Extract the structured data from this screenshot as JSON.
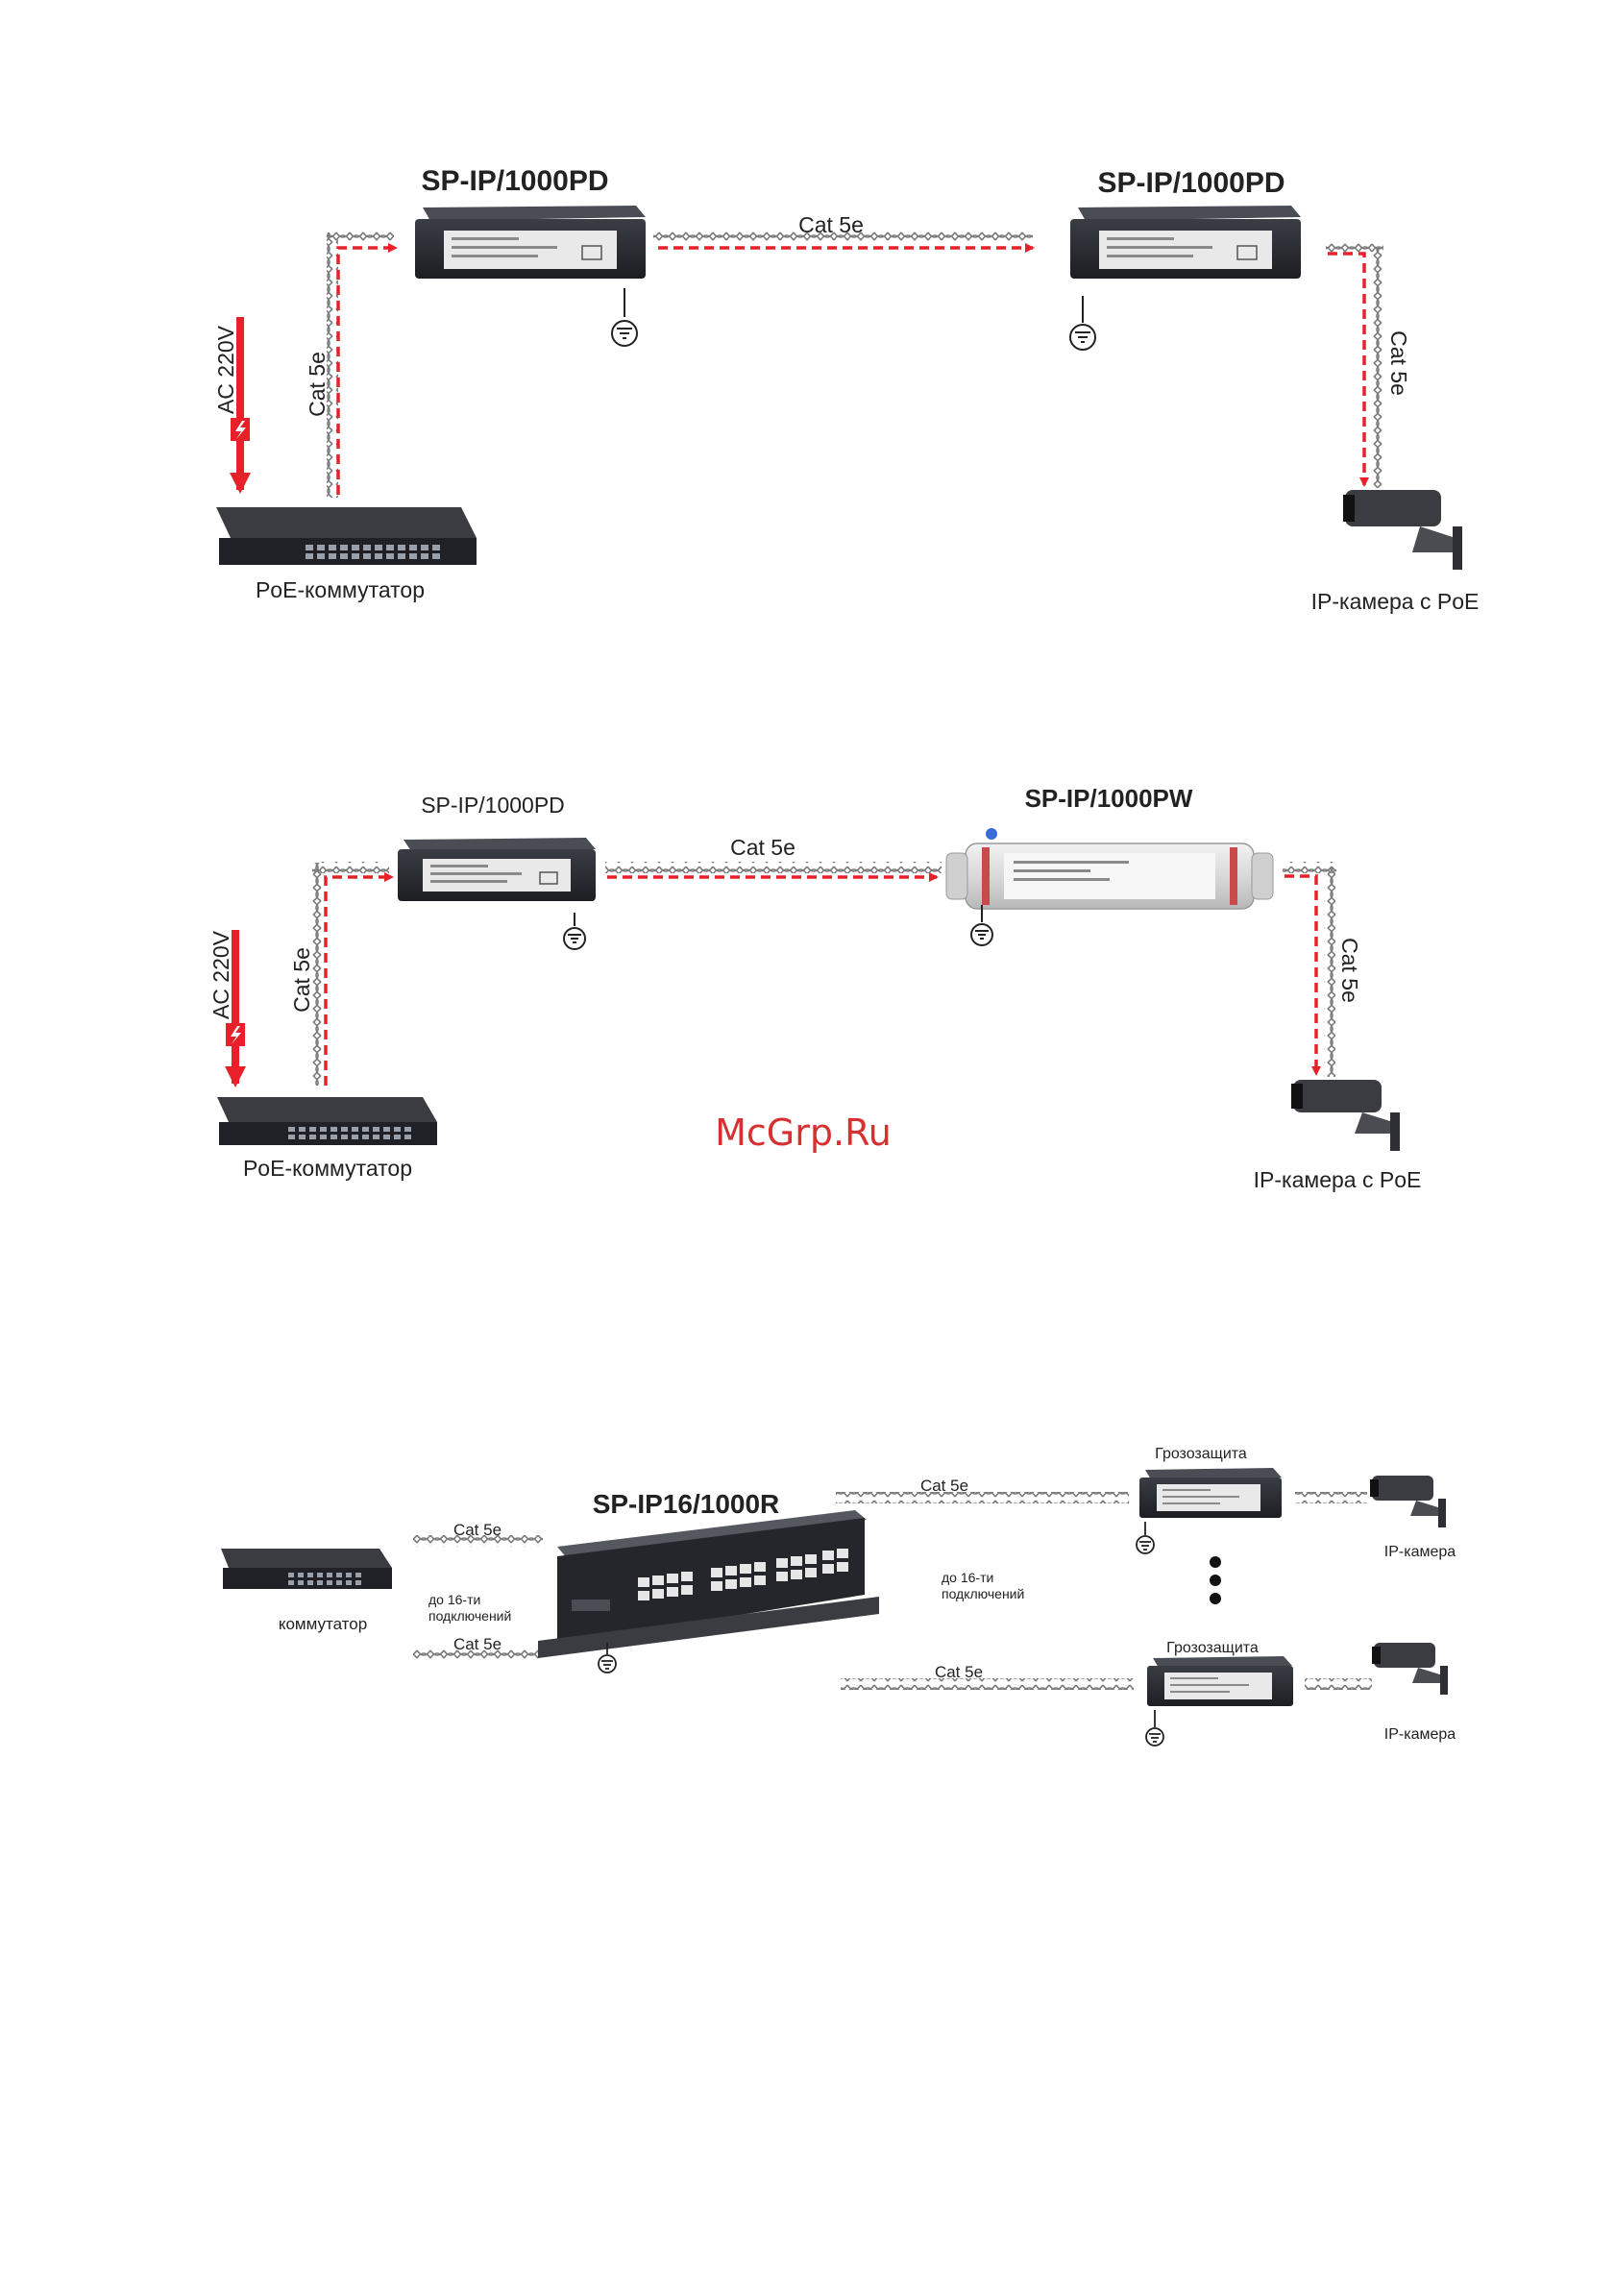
{
  "watermark": "McGrp.Ru",
  "colors": {
    "arrow": "#e8202a",
    "cable": "#7a7a7a",
    "device": "#2a2d33",
    "text": "#222222"
  },
  "diagram1": {
    "device_left_label": "SP-IP/1000PD",
    "device_right_label": "SP-IP/1000PD",
    "cable_horizontal_label": "Cat 5e",
    "cable_left_label": "Cat 5e",
    "cable_right_label": "Cat 5e",
    "power_label": "AC 220V",
    "switch_label": "PoE-коммутатор",
    "camera_label": "IP-камера с PoE"
  },
  "diagram2": {
    "device_left_label": "SP-IP/1000PD",
    "device_right_label": "SP-IP/1000PW",
    "cable_horizontal_label": "Cat 5e",
    "cable_left_label": "Cat 5e",
    "cable_right_label": "Cat 5e",
    "power_label": "AC 220V",
    "switch_label": "PoE-коммутатор",
    "camera_label": "IP-камера с PoE"
  },
  "diagram3": {
    "panel_label": "SP-IP16/1000R",
    "switch_label": "коммутатор",
    "cable_in_top_label": "Cat 5e",
    "cable_in_bottom_label": "Cat 5e",
    "in_count_line1": "до 16-ти",
    "in_count_line2": "подключений",
    "cable_out_top_label": "Cat 5e",
    "cable_out_bottom_label": "Cat 5e",
    "out_count_line1": "до 16-ти",
    "out_count_line2": "подключений",
    "protector_top_label": "Грозозащита",
    "protector_bottom_label": "Грозозащита",
    "camera_top_label": "IP-камера",
    "camera_bottom_label": "IP-камера"
  }
}
